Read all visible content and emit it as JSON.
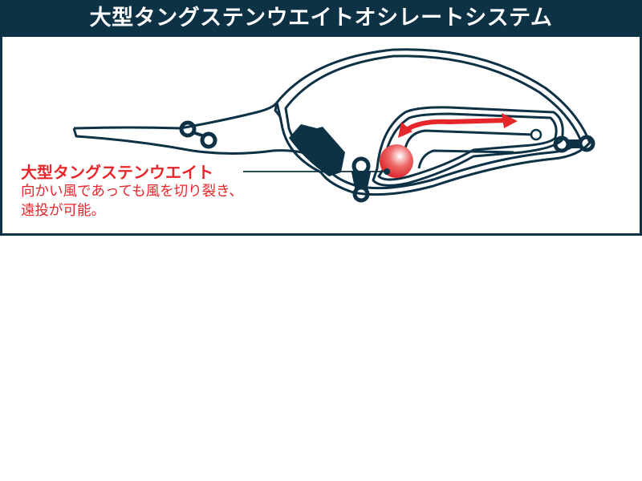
{
  "header": {
    "title": "大型タングステンウエイトオシレートシステム"
  },
  "callout": {
    "title": "大型タングステンウエイト",
    "description_line1": "向かい風であっても風を切り裂き、",
    "description_line2": "遠投が可能。"
  },
  "colors": {
    "navy": "#0d3145",
    "accent_red": "#e5262b"
  }
}
